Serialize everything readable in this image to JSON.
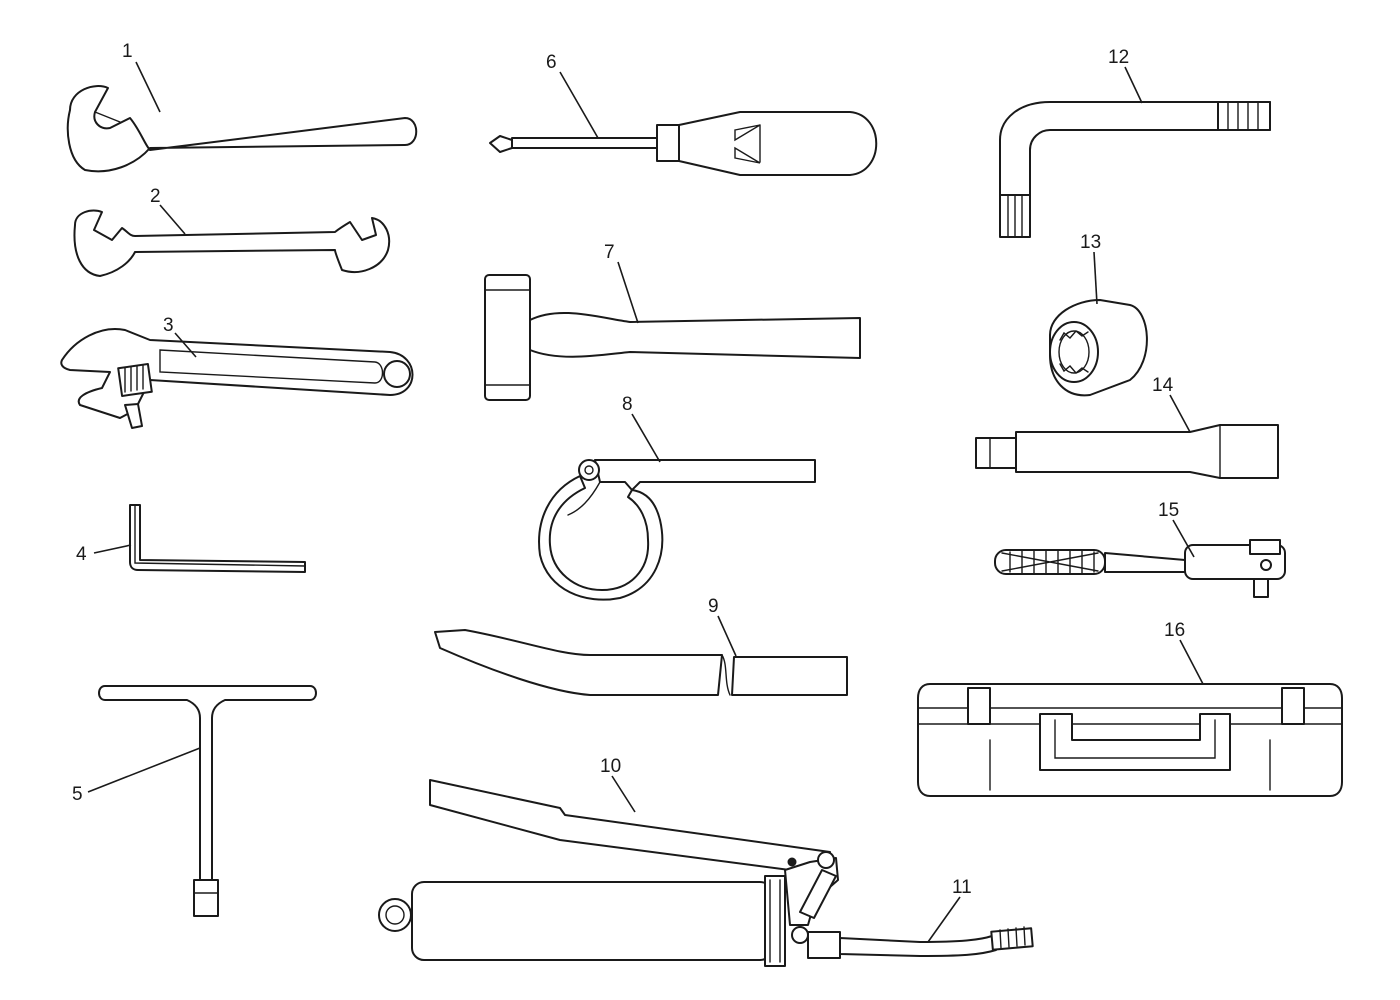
{
  "diagram": {
    "callouts": [
      {
        "id": "1",
        "label": "1"
      },
      {
        "id": "2",
        "label": "2"
      },
      {
        "id": "3",
        "label": "3"
      },
      {
        "id": "4",
        "label": "4"
      },
      {
        "id": "5",
        "label": "5"
      },
      {
        "id": "6",
        "label": "6"
      },
      {
        "id": "7",
        "label": "7"
      },
      {
        "id": "8",
        "label": "8"
      },
      {
        "id": "9",
        "label": "9"
      },
      {
        "id": "10",
        "label": "10"
      },
      {
        "id": "11",
        "label": "11"
      },
      {
        "id": "12",
        "label": "12"
      },
      {
        "id": "13",
        "label": "13"
      },
      {
        "id": "14",
        "label": "14"
      },
      {
        "id": "15",
        "label": "15"
      },
      {
        "id": "16",
        "label": "16"
      }
    ],
    "colors": {
      "ink": "#1a1a1a",
      "background": "#ffffff"
    }
  }
}
